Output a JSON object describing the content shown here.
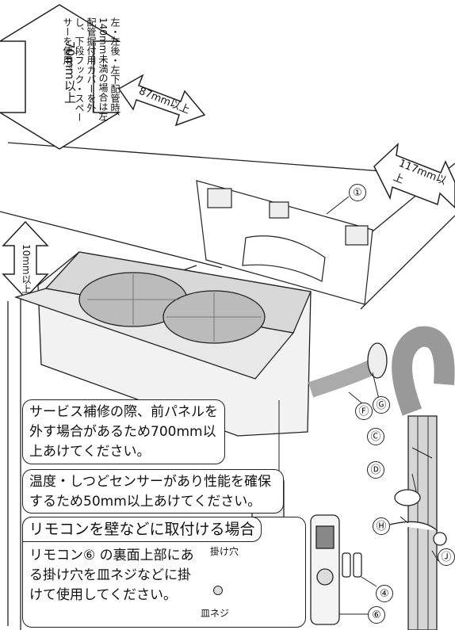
{
  "clearances": {
    "top": "70mm以上",
    "top_note": "左・左後・左下配管時、140mm未満の場合は左配管据付用カバーを外し、下段フック・スペーサーを使用。",
    "left_top": "87mm以上",
    "right": "117mm以上",
    "left": "10mm以上"
  },
  "parts": {
    "p1": "①",
    "p4": "④",
    "p6": "⑥",
    "pC": "Ⓒ",
    "pD": "Ⓓ",
    "pF": "Ⓕ",
    "pG": "Ⓖ",
    "pH": "Ⓗ",
    "pJ": "Ⓙ"
  },
  "notes": {
    "service": "サービス補修の際、前パネルを外す場合があるため700mm以上あけてください。",
    "sensor": "温度・しつどセンサーがあり性能を確保するため50mm以上あけてください。"
  },
  "remote_box": {
    "title": "リモコンを壁などに取付ける場合",
    "body": "リモコン⑥ の裏面上部にある掛け穴を皿ネジなどに掛けて使用してください。",
    "hole_label": "掛け穴",
    "screw_label": "皿ネジ"
  }
}
